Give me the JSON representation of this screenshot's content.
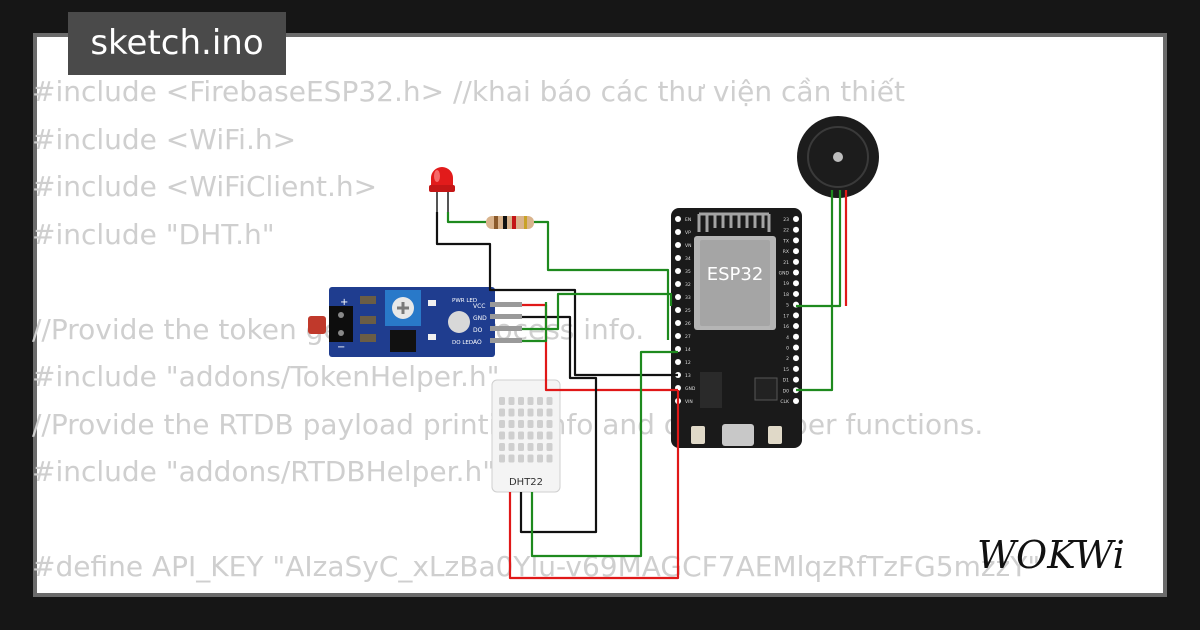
{
  "title": "sketch.ino",
  "code_lines": [
    "#include <FirebaseESP32.h> //khai báo các thư viện cần thiết",
    "#include <WiFi.h>",
    "#include <WiFiClient.h>",
    "#include \"DHT.h\"",
    "",
    "//Provide the token generation process info.",
    "#include \"addons/TokenHelper.h\"",
    "//Provide the RTDB payload printing info and other helper functions.",
    "#include \"addons/RTDBHelper.h\"",
    "",
    "#define API_KEY \"AIzaSyC_xLzBa0Ylu-v69MAGCF7AEMlqzRfTzFG5mzzY\""
  ],
  "board": {
    "label": "ESP32",
    "left_pins": [
      "EN",
      "VP",
      "VN",
      "34",
      "35",
      "32",
      "33",
      "25",
      "26",
      "27",
      "14",
      "12",
      "13",
      "GND",
      "VIN"
    ],
    "right_pins": [
      "23",
      "22",
      "TX",
      "RX",
      "21",
      "GND",
      "19",
      "18",
      "5",
      "17",
      "16",
      "4",
      "0",
      "2",
      "15",
      "D1",
      "D0",
      "CLK"
    ]
  },
  "sensor_module": {
    "pin_labels": [
      "VCC",
      "GND",
      "DO",
      "AO"
    ],
    "led_labels": [
      "PWR LED",
      "DO LED"
    ],
    "polarity": [
      "+",
      "−"
    ]
  },
  "dht": {
    "label": "DHT22"
  },
  "logo": "WOKWi",
  "colors": {
    "background": "#161616",
    "frame": "#6b6b6b",
    "title_badge": "#4a4a4a",
    "code_text": "#cfcfcf",
    "board": "#1a1a1a",
    "wire_green": "#1e8a1e",
    "wire_red": "#e01818",
    "wire_black": "#111111",
    "module_blue": "#1f3d8f",
    "led_red": "#e21b1b"
  }
}
